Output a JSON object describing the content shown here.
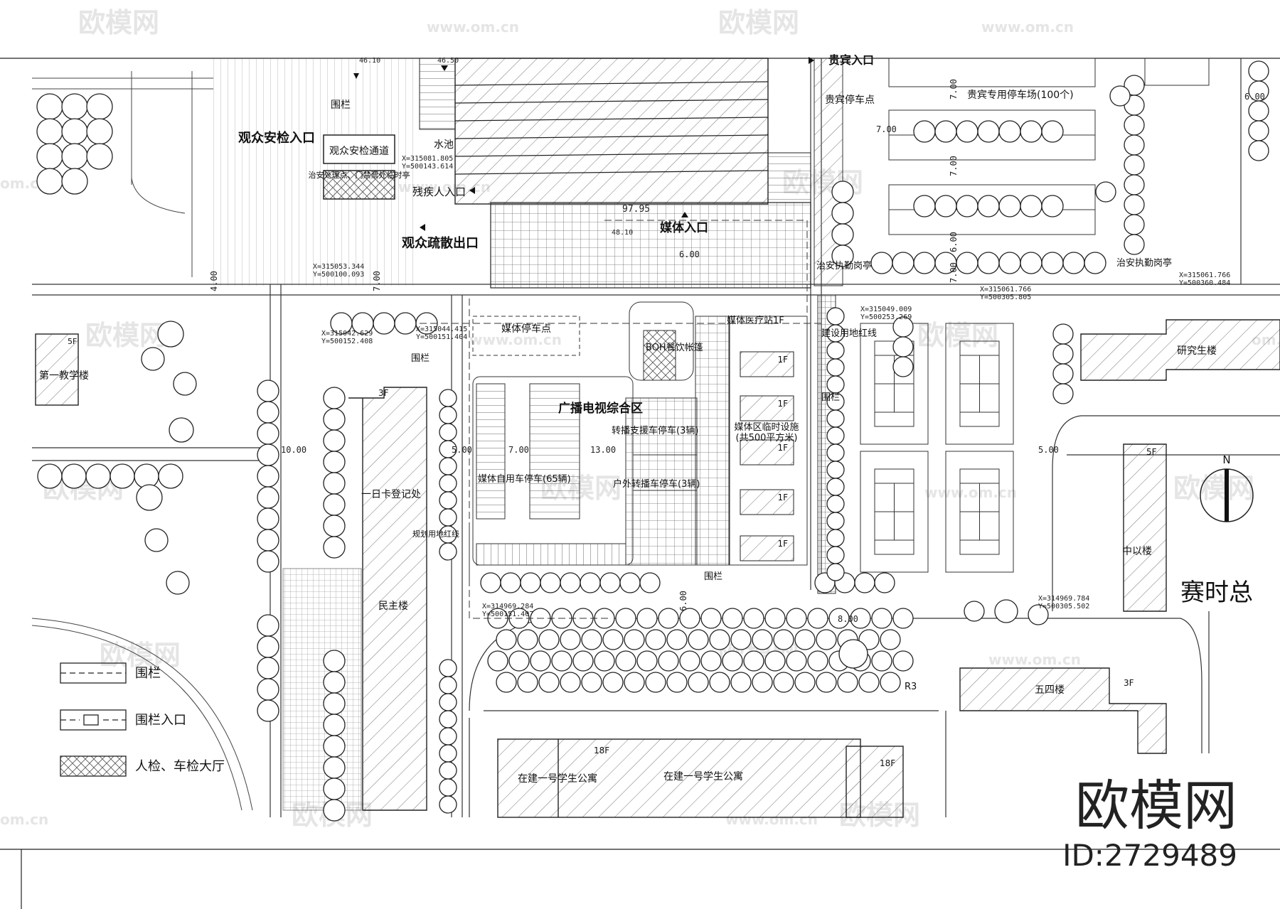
{
  "watermark": {
    "brand": "欧模网",
    "url": "www.om.cn",
    "url_fragment": "om.cn"
  },
  "brand_block": {
    "name": "欧模网",
    "id_text": "ID:2729489"
  },
  "labels": {
    "viewer_entry": "观众安检入口",
    "viewer_channel": "观众安检通道",
    "security_booth": "治安处理点、门禁票处临时亭",
    "pool": "水池",
    "fence": "围栏",
    "disabled_entry": "残疾人入口",
    "viewer_exit": "观众疏散出口",
    "media_entry": "媒体入口",
    "vip_entry": "贵宾入口",
    "vip_parking_point": "贵宾停车点",
    "vip_parking_lot": "贵宾专用停车场(100个)",
    "security_booth_left": "治安执勤岗亭",
    "security_booth_right": "治安执勤岗亭",
    "media_parking_point": "媒体停车点",
    "media_clinic": "媒体医疗站1F",
    "boh_tent": "BOH餐饮帐篷",
    "broadcast_zone": "广播电视综合区",
    "relay_parking": "转播支援车停车(3辆)",
    "media_temp": "媒体区临时设施",
    "media_temp_area": "(共500平方米)",
    "media_car_parking": "媒体自用车停车(65辆)",
    "outdoor_broadcast": "户外转播车停车(3辆)",
    "building_line": "建设用地红线",
    "planning_line": "规划用地红线",
    "first_teaching": "第一教学楼",
    "registration": "一日卡登记处",
    "minzhu": "民主楼",
    "research": "研究生楼",
    "zhongyi": "中以楼",
    "wusi": "五四楼",
    "dorm_a": "在建一号学生公寓",
    "dorm_b": "在建一号学生公寓",
    "hq_partial": "赛时总",
    "floor_3f": "3F",
    "floor_5f": "5F",
    "floor_18f": "18F",
    "floor_1f": "1F",
    "r3_label": "R3",
    "north": "N"
  },
  "dimensions": {
    "d9795": "97.95",
    "d7a": "7.00",
    "d7b": "7.00",
    "d7c": "7.00",
    "d7d": "7.00",
    "d6a": "6.00",
    "d6b": "6.00",
    "d6c": "6.00",
    "d6d": "6.00",
    "d4": "4.00",
    "d10": "10.00",
    "d5a": "5.00",
    "d5b": "5.00",
    "d7e": "7.00",
    "d13": "13.00",
    "d8": "8.00",
    "d7f": "7.00",
    "e4810": "48.10",
    "e4610": "46.10",
    "e4650": "46.50"
  },
  "coordinates": {
    "c1x": "X=315081.805",
    "c1y": "Y=500143.614",
    "c2x": "X=315053.344",
    "c2y": "Y=500100.093",
    "c3x": "X=315042.629",
    "c3y": "Y=500152.408",
    "c4x": "X=315044.415",
    "c4y": "Y=500151.404",
    "c5x": "X=315049.009",
    "c5y": "Y=500253.269",
    "c6x": "X=315061.766",
    "c6y": "Y=500305.805",
    "c7x": "X=315061.766",
    "c7y": "Y=500360.484",
    "c8x": "X=314969.284",
    "c8y": "Y=500151.407",
    "c9x": "X=314969.784",
    "c9y": "Y=500305.502"
  },
  "legend": [
    {
      "label": "围栏"
    },
    {
      "label": "围栏入口"
    },
    {
      "label": "人检、车检大厅"
    }
  ]
}
